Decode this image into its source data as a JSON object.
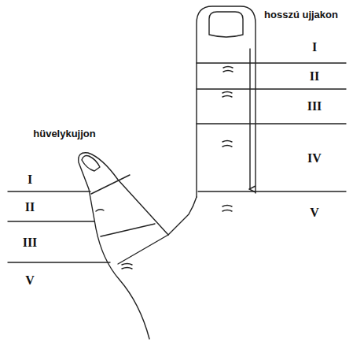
{
  "diagram": {
    "labels": [
      "hosszú ujjakon",
      "I",
      "II",
      "III",
      "IV",
      "V",
      "hüvelykujjon",
      "I",
      "II",
      "III",
      "V"
    ]
  }
}
